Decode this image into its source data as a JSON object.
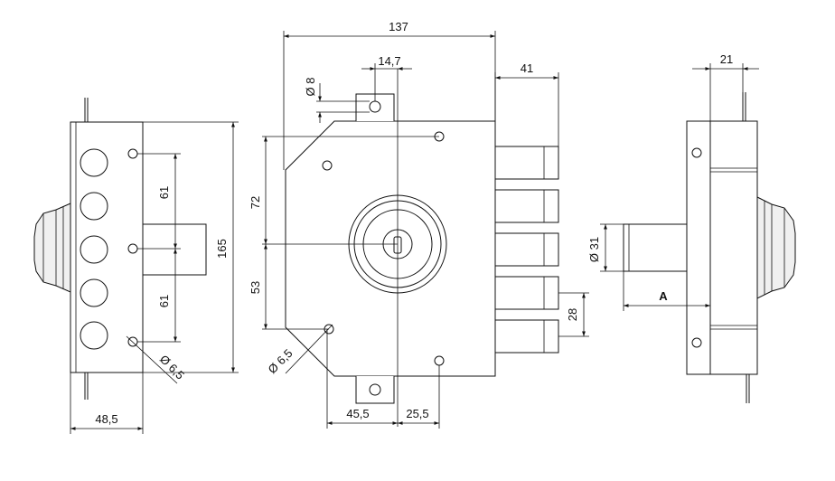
{
  "drawing": {
    "front_view": {
      "top_width": "137",
      "key_offset": "14,7",
      "hole_top_dia": "Ø 8",
      "upper_height": "72",
      "lower_height": "53",
      "hole_bottom_dia": "Ø 6,5",
      "bottom_left": "45,5",
      "bottom_right": "25,5",
      "bolt_projection": "41",
      "bolt_height": "28"
    },
    "left_view": {
      "upper_spacing": "61",
      "lower_spacing": "61",
      "total_height": "165",
      "width": "48,5",
      "hole_dia": "Ø 6,5"
    },
    "right_view": {
      "top_width": "21",
      "cylinder_dia": "Ø 31",
      "length_label": "A"
    }
  }
}
